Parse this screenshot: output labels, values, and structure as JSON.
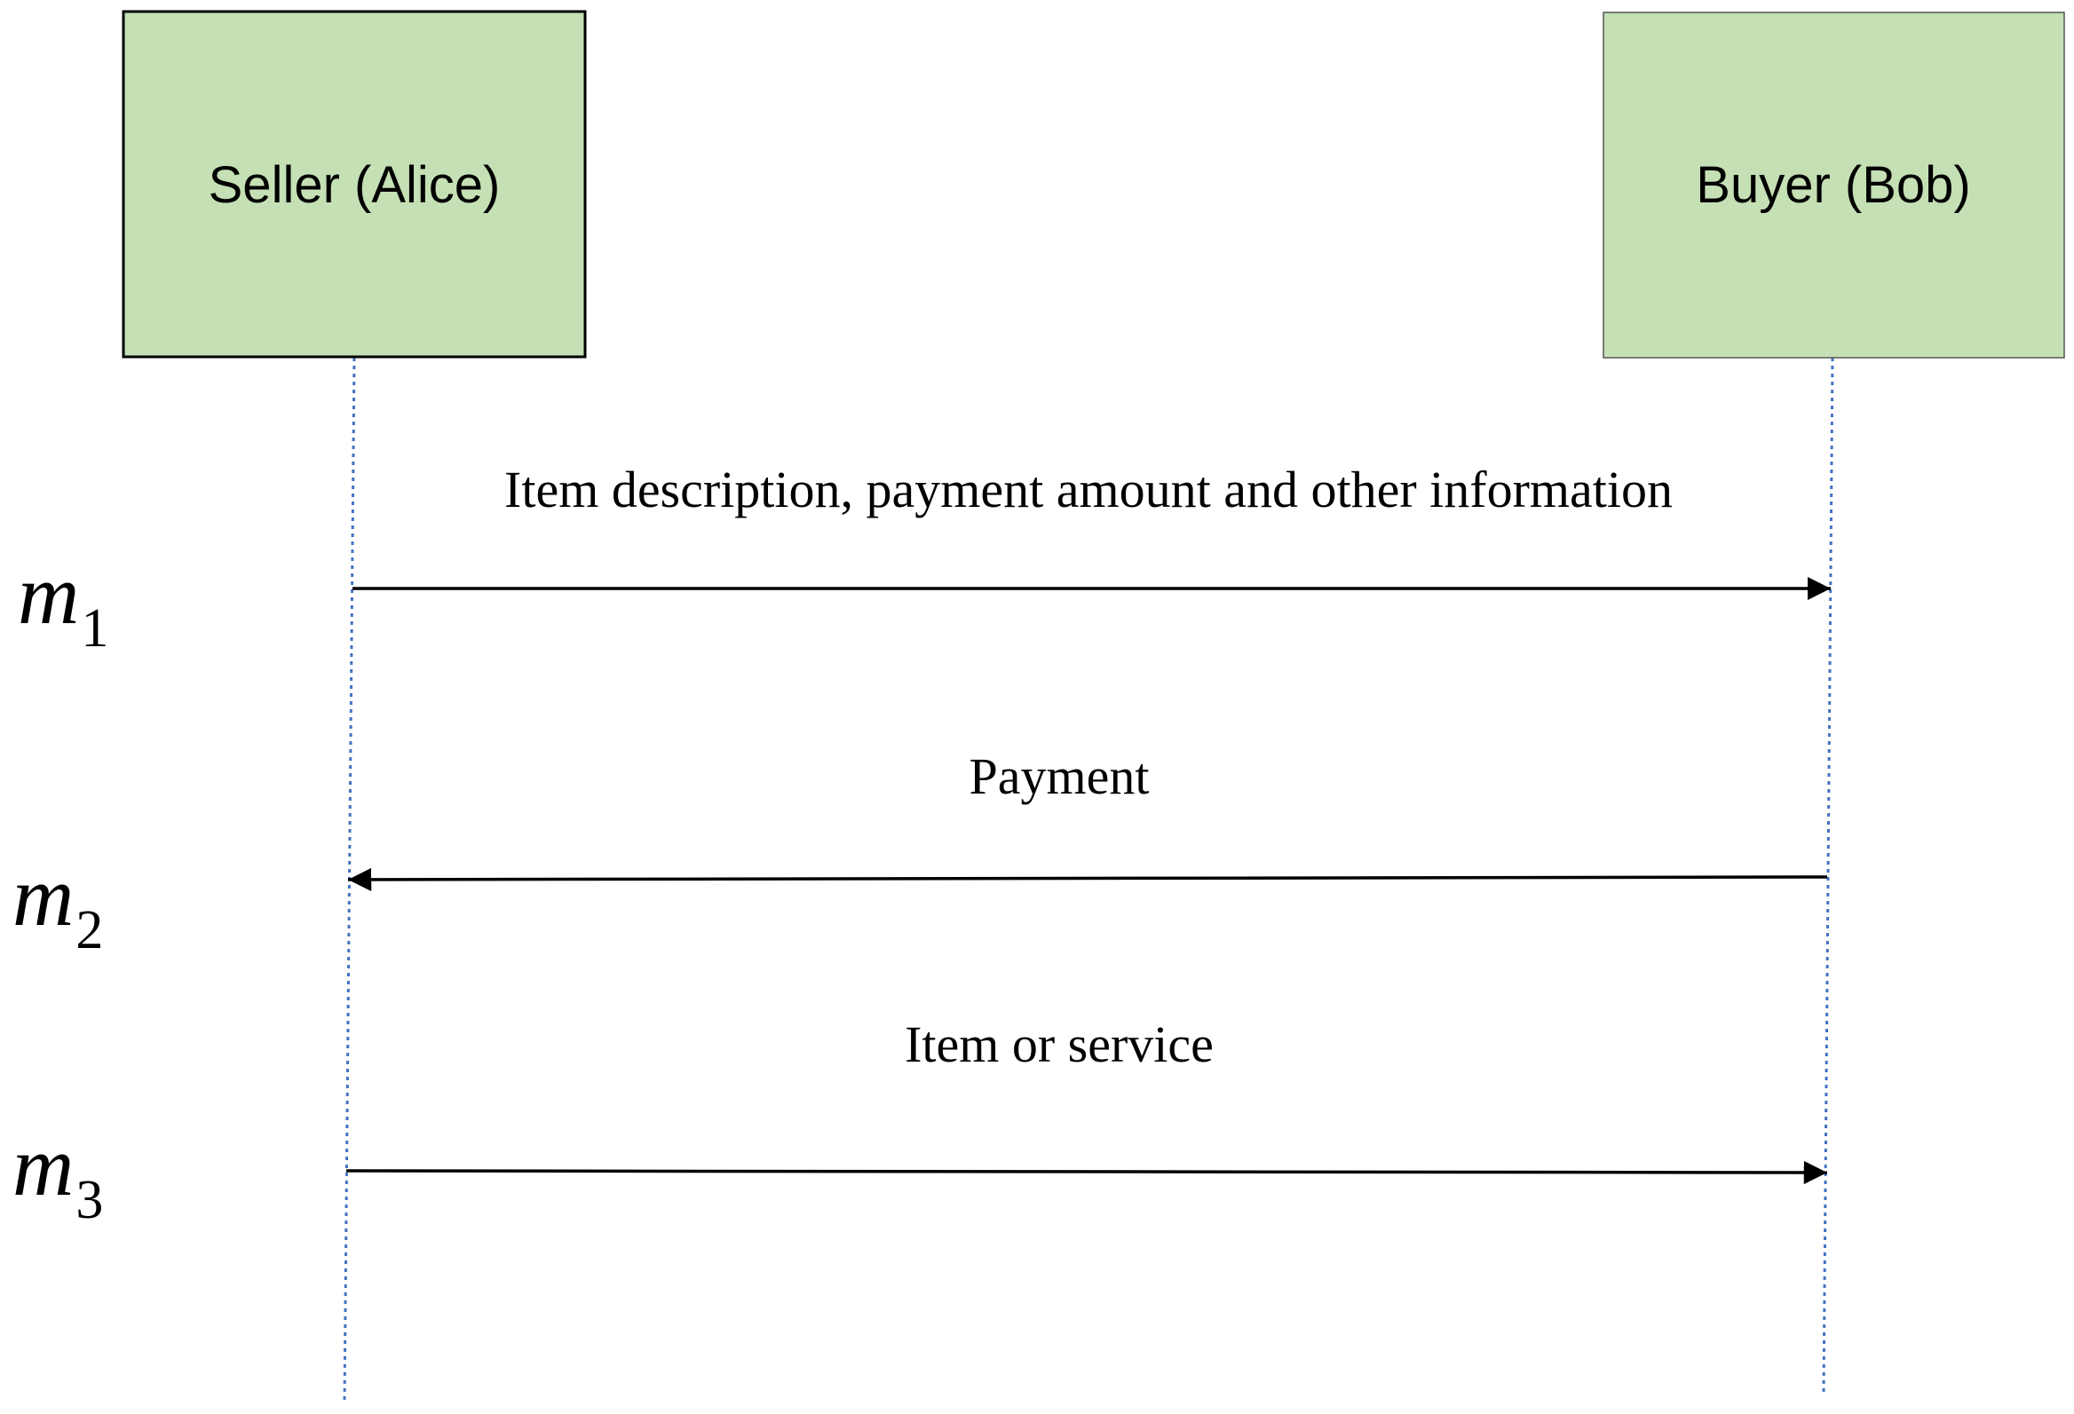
{
  "actors": {
    "seller": {
      "label": "Seller (Alice)",
      "fill": "#c5e0b4"
    },
    "buyer": {
      "label": "Buyer (Bob)",
      "fill": "#c5e0b4"
    }
  },
  "lifeline_color": "#4472c4",
  "messages": [
    {
      "symbol": "m",
      "index": "1",
      "label": "Item description, payment amount and other information",
      "from": "seller",
      "to": "buyer"
    },
    {
      "symbol": "m",
      "index": "2",
      "label": "Payment",
      "from": "buyer",
      "to": "seller"
    },
    {
      "symbol": "m",
      "index": "3",
      "label": "Item or service",
      "from": "seller",
      "to": "buyer"
    }
  ]
}
